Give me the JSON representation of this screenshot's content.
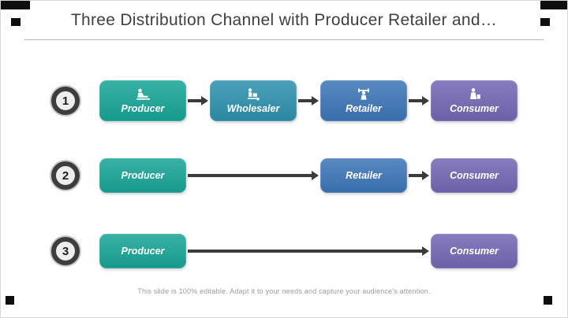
{
  "slide": {
    "title": "Three Distribution Channel with Producer Retailer and…",
    "footer": "This slide is 100% editable. Adapt it to your needs and capture your audience's attention."
  },
  "colors": {
    "producer": "#18a597",
    "wholesaler": "#2e91ad",
    "retailer": "#3d76b8",
    "consumer": "#7467b4",
    "arrow": "#3b3b3b",
    "number_ring": "#3d3d3d"
  },
  "icons": {
    "producer": "producer-worker-icon",
    "wholesaler": "wholesaler-handtruck-icon",
    "retailer": "retailer-lifter-icon",
    "consumer": "consumer-person-icon"
  },
  "channels": [
    {
      "number": "1",
      "steps": [
        {
          "label": "Producer"
        },
        {
          "label": "Wholesaler"
        },
        {
          "label": "Retailer"
        },
        {
          "label": "Consumer"
        }
      ]
    },
    {
      "number": "2",
      "steps": [
        {
          "label": "Producer"
        },
        {
          "label": "Retailer"
        },
        {
          "label": "Consumer"
        }
      ]
    },
    {
      "number": "3",
      "steps": [
        {
          "label": "Producer"
        },
        {
          "label": "Consumer"
        }
      ]
    }
  ]
}
